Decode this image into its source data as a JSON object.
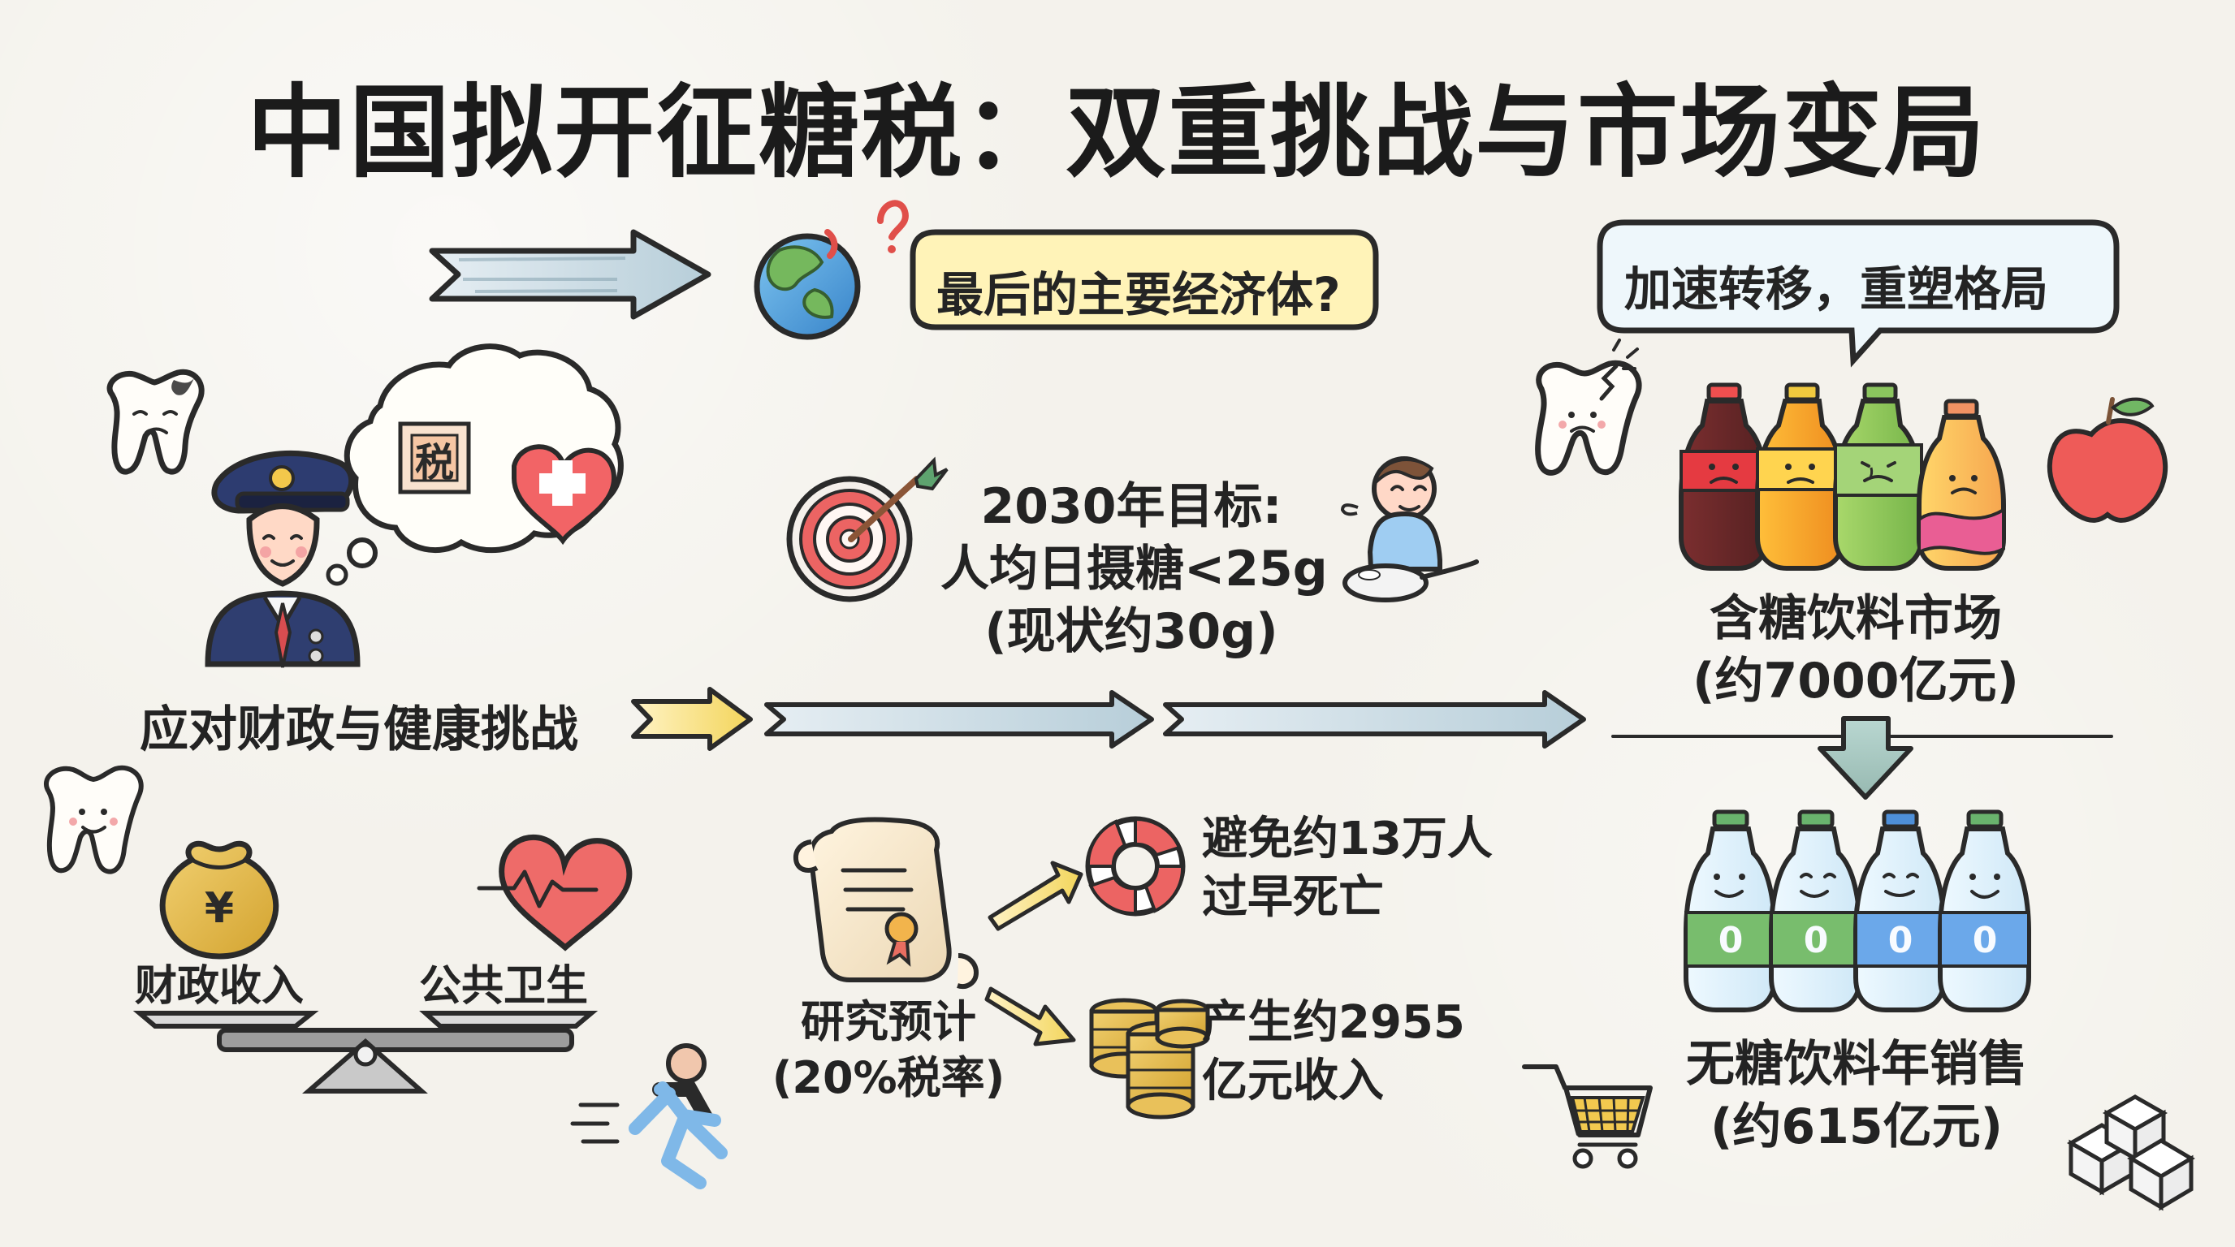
{
  "header": {
    "title": "中国拟开征糖税：双重挑战与市场变局"
  },
  "bubbles": {
    "economy_question": "最后的主要经济体?",
    "market_shift": "加速转移，重塑格局"
  },
  "left_panel": {
    "challenge_label": "应对财政与健康挑战",
    "fiscal_label": "财政收入",
    "health_label": "公共卫生",
    "tax_badge": "税",
    "yen_symbol": "¥"
  },
  "center_panel": {
    "target_lines": [
      "2030年目标:",
      "人均日摄糖<25g",
      "(现状约30g)"
    ],
    "study_lines": [
      "研究预计",
      "(20%税率)"
    ],
    "benefit_a_lines": [
      "避免约13万人",
      "过早死亡"
    ],
    "benefit_b_lines": [
      "产生约2955",
      "亿元收入"
    ]
  },
  "right_panel": {
    "sugary_market_lines": [
      "含糖饮料市场",
      "(约7000亿元)"
    ],
    "sugar_free_lines": [
      "无糖饮料年销售",
      "(约615亿元)"
    ],
    "zero_labels": [
      "0",
      "0",
      "0",
      "0"
    ]
  },
  "colors": {
    "paper": "#f4f2ec",
    "ink": "#222222",
    "blue_arrow": "#b8d0de",
    "yellow_arrow": "#f5d86b",
    "bubble_yellow": "#fff3b8",
    "bubble_blue": "#eef7fb",
    "soft_red": "#e96c6b",
    "soft_green": "#8fc36c",
    "soft_blue": "#8ac0e6"
  }
}
